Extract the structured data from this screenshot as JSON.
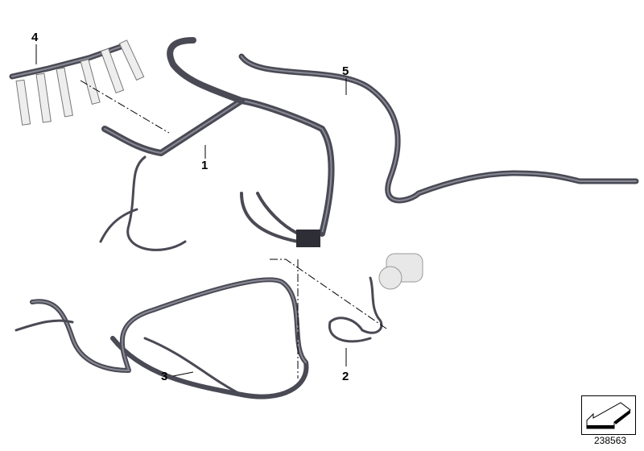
{
  "diagram": {
    "callouts": [
      {
        "id": "4",
        "label": "4"
      },
      {
        "id": "1",
        "label": "1"
      },
      {
        "id": "5",
        "label": "5"
      },
      {
        "id": "3",
        "label": "3"
      },
      {
        "id": "2",
        "label": "2"
      }
    ],
    "catalog_number": "238563",
    "icon": "arrow-down-left-icon",
    "colors": {
      "wire": "#4a4a55",
      "part_fill": "#ffffff"
    }
  }
}
